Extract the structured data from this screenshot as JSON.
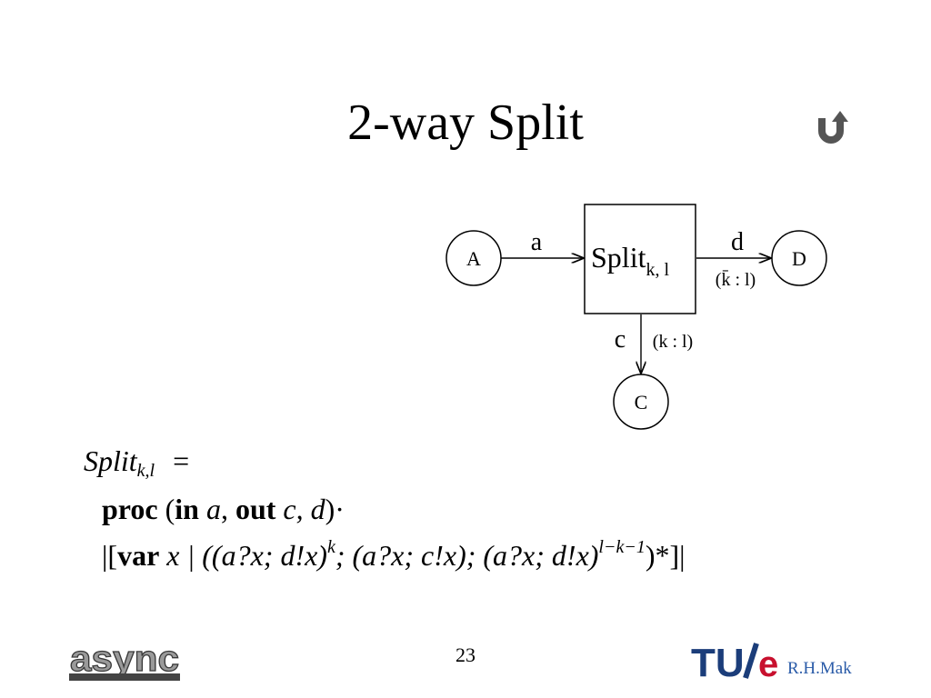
{
  "slide": {
    "title": "2-way Split",
    "page_number": "23",
    "author": "R.H.Mak",
    "back_icon": "return-arrow-icon"
  },
  "diagram": {
    "box_label": "Split",
    "box_subscript": "k, l",
    "nodes": {
      "a": "A",
      "d": "D",
      "c": "C"
    },
    "channels": {
      "a": "a",
      "d": "d",
      "c": "c"
    },
    "ratios": {
      "d": "(k̄ : l)",
      "c": "(k : l)"
    }
  },
  "formula": {
    "name": "Split",
    "name_subscript": "k,l",
    "equals": "=",
    "line2": {
      "proc": "proc",
      "in": "in",
      "in_channel": "a",
      "out": "out",
      "out_channels": "c, d",
      "dot": "·"
    },
    "line3": {
      "open": "|[",
      "var": "var",
      "var_name": "x",
      "sep": " | ((a?x; d!x)",
      "sup_k": "k",
      "middle": "; (a?x; c!x); (a?x; d!x)",
      "sup_lk": "l−k−1",
      "close": ")*]|"
    }
  },
  "logos": {
    "async": "async",
    "tue_main": "TU",
    "tue_suffix": "e"
  },
  "colors": {
    "tue_blue": "#1b3d7a",
    "tue_red": "#c8102e",
    "author": "#2a5ba8"
  }
}
